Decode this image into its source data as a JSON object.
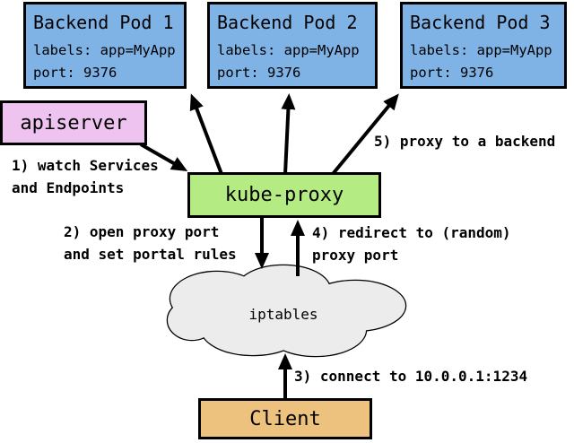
{
  "diagram": {
    "title_implicit": "kube-proxy userspace proxy flow",
    "pods": [
      {
        "title": "Backend Pod 1",
        "labels_line": "labels: app=MyApp",
        "port_line": "port: 9376"
      },
      {
        "title": "Backend Pod 2",
        "labels_line": "labels: app=MyApp",
        "port_line": "port: 9376"
      },
      {
        "title": "Backend Pod 3",
        "labels_line": "labels: app=MyApp",
        "port_line": "port: 9376"
      }
    ],
    "nodes": {
      "apiserver": "apiserver",
      "kube_proxy": "kube-proxy",
      "iptables": "iptables",
      "client": "Client"
    },
    "annotations": [
      {
        "line1": "1) watch Services",
        "line2": "and Endpoints"
      },
      {
        "line1": "2) open proxy port",
        "line2": "and set portal rules"
      },
      {
        "line1": "3) connect to 10.0.0.1:1234",
        "line2": ""
      },
      {
        "line1": "4) redirect to (random)",
        "line2": "proxy port"
      },
      {
        "line1": "5) proxy to a backend",
        "line2": ""
      }
    ],
    "edges": [
      {
        "from": "apiserver",
        "to": "kube-proxy",
        "step": "1"
      },
      {
        "from": "kube-proxy",
        "to": "iptables",
        "step": "2"
      },
      {
        "from": "Client",
        "to": "iptables",
        "step": "3"
      },
      {
        "from": "iptables",
        "to": "kube-proxy",
        "step": "4"
      },
      {
        "from": "kube-proxy",
        "to": "Backend Pod 1",
        "step": "5"
      },
      {
        "from": "kube-proxy",
        "to": "Backend Pod 2",
        "step": "5"
      },
      {
        "from": "kube-proxy",
        "to": "Backend Pod 3",
        "step": "5"
      }
    ]
  },
  "colors": {
    "pod_fill": "#7fb2e5",
    "apiserver_fill": "#eec3f0",
    "kube_proxy_fill": "#b4ec83",
    "client_fill": "#ecc27e",
    "cloud_fill": "#ececec",
    "arrow_color": "#000000"
  }
}
